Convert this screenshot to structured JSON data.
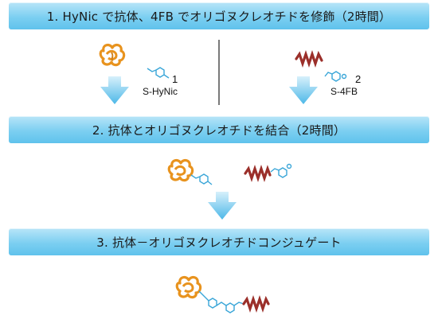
{
  "steps": [
    {
      "label": "1. HyNic で抗体、4FB でオリゴヌクレオチドを修飾（2時間）"
    },
    {
      "label": "2. 抗体とオリゴヌクレオチドを結合（2時間）"
    },
    {
      "label": "3. 抗体－オリゴヌクレオチドコンジュゲート"
    }
  ],
  "reagents": {
    "hynic": {
      "number": "1",
      "name": "S-HyNic"
    },
    "fourfb": {
      "number": "2",
      "name": "S-4FB"
    }
  },
  "colors": {
    "band": "#7ccff1",
    "arrow": "#5bbfe9",
    "antibody": "#e8931e",
    "oligo": "#9b2f2a",
    "linker": "#3aa6d8"
  }
}
